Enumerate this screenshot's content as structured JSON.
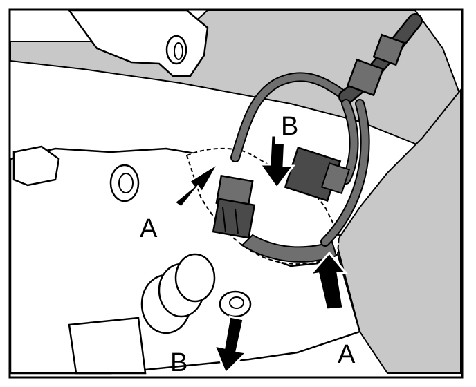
{
  "diagram": {
    "callouts": [
      {
        "id": "a-left",
        "text": "A"
      },
      {
        "id": "a-right",
        "text": "A"
      },
      {
        "id": "b-top",
        "text": "B"
      },
      {
        "id": "b-bottom",
        "text": "B"
      }
    ],
    "colors": {
      "outline": "#000000",
      "shade": "#c8c8c8",
      "shade_dark": "#6f6f6f",
      "connector": "#4a4a4a",
      "background": "#ffffff"
    }
  }
}
